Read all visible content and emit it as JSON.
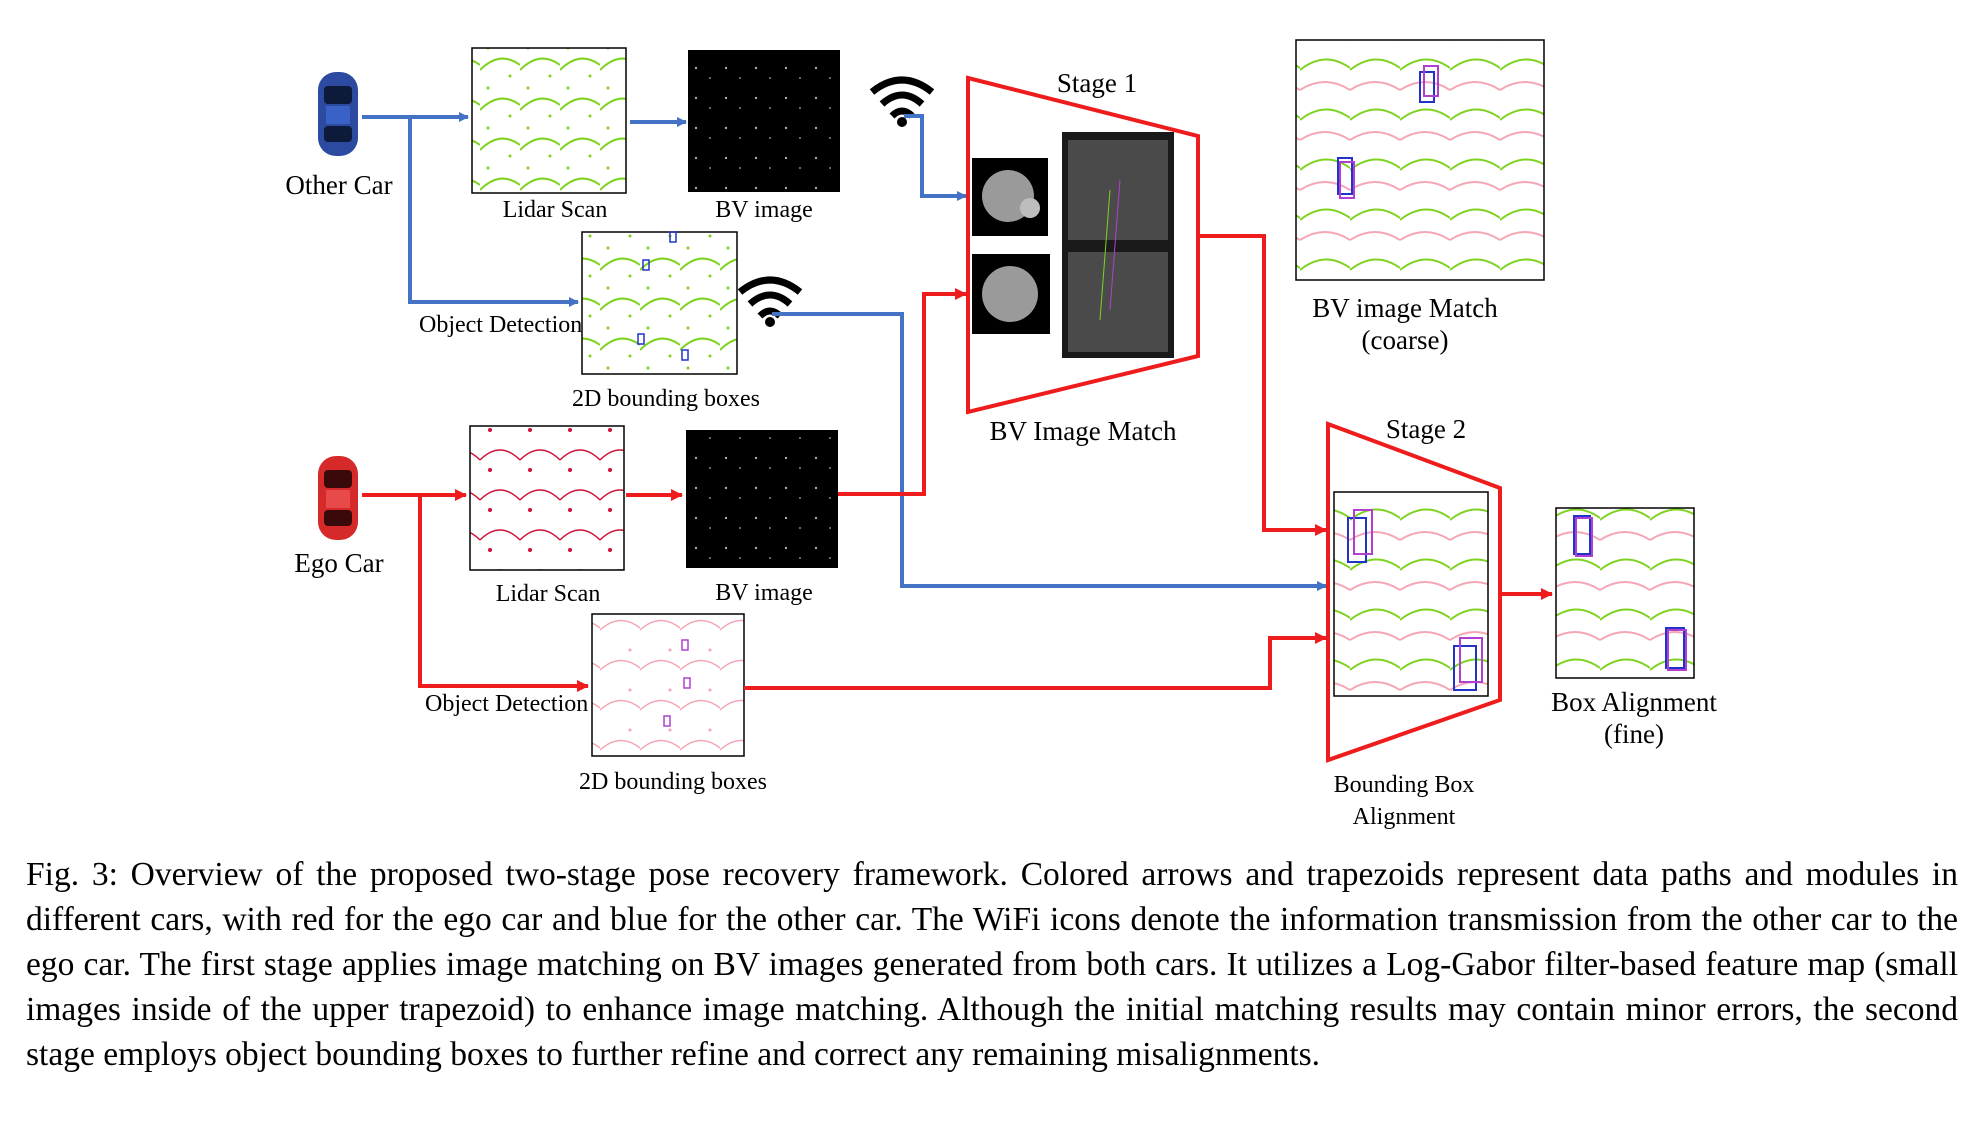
{
  "figure": {
    "labels": {
      "other_car": "Other Car",
      "ego_car": "Ego Car",
      "lidar_scan_top": "Lidar Scan",
      "bv_image_top": "BV image",
      "object_detection_top": "Object Detection",
      "bbox_top": "2D bounding boxes",
      "lidar_scan_bottom": "Lidar Scan",
      "bv_image_bottom": "BV image",
      "object_detection_bottom": "Object Detection",
      "bbox_bottom": "2D bounding boxes",
      "stage1": "Stage 1",
      "stage1_module": "BV Image Match",
      "stage2": "Stage 2",
      "stage2_module_line1": "Bounding Box",
      "stage2_module_line2": "Alignment",
      "match_coarse_line1": "BV image Match",
      "match_coarse_line2": "(coarse)",
      "box_fine_line1": "Box Alignment",
      "box_fine_line2": "(fine)"
    },
    "colors": {
      "ego_path": "#ee1c1c",
      "other_path": "#4472c4",
      "lidar_other": "#7ed321",
      "lidar_ego": "#d0103a",
      "bbox_ego": "#f4a6b4"
    },
    "icons": [
      "car-blue-icon",
      "car-red-icon",
      "wifi-icon"
    ]
  },
  "caption": "Fig. 3: Overview of the proposed two-stage pose recovery framework. Colored arrows and trapezoids represent data paths and modules in different cars, with red for the ego car and blue for the other car. The WiFi icons denote the information transmission from the other car to the ego car. The first stage applies image matching on BV images generated from both cars. It utilizes a Log-Gabor filter-based feature map (small images inside of the upper trapezoid) to enhance image matching. Although the initial matching results may contain minor errors, the second stage employs object bounding boxes to further refine and correct any remaining misalignments."
}
